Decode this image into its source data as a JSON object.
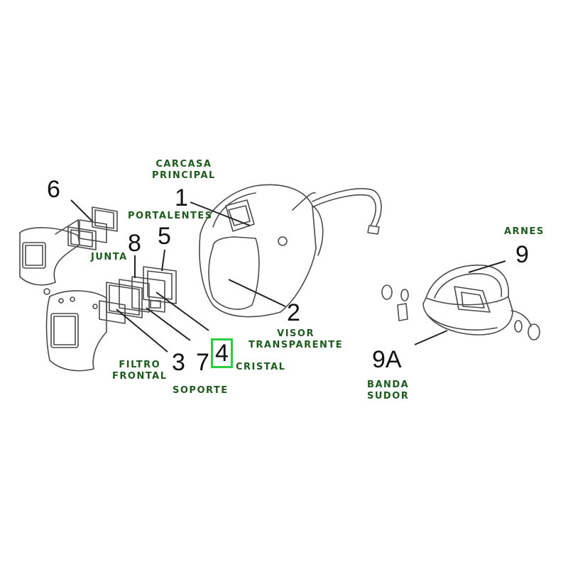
{
  "colors": {
    "label": "#1e5a1e",
    "number": "#111111",
    "line": "#222222",
    "drawing": "#4a4a4a",
    "highlight": "#2ecc40"
  },
  "labels": {
    "carcasa_1": "CARCASA",
    "carcasa_2": "PRINCIPAL",
    "portalentes": "PORTALENTES",
    "junta": "JUNTA",
    "arnes": "ARNES",
    "visor_1": "VISOR",
    "visor_2": "TRANSPARENTE",
    "cristal": "CRISTAL",
    "filtro_1": "FILTRO",
    "filtro_2": "FRONTAL",
    "soporte": "SOPORTE",
    "banda_1": "BANDA",
    "banda_2": "SUDOR"
  },
  "numbers": {
    "n1": "1",
    "n2": "2",
    "n3": "3",
    "n4": "4",
    "n5": "5",
    "n6": "6",
    "n7": "7",
    "n8": "8",
    "n9": "9",
    "n9a": "9A"
  }
}
